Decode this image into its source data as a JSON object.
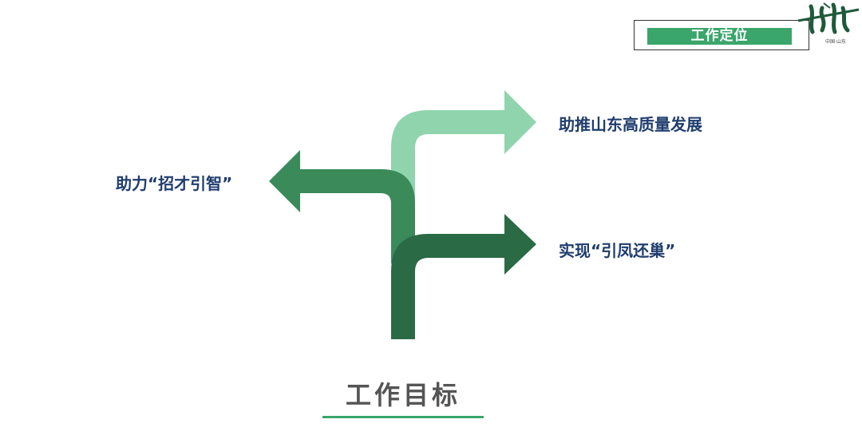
{
  "header": {
    "label": "工作定位"
  },
  "logo": {
    "name": "qingdao-logo",
    "small_text": "中国·山东"
  },
  "diagram": {
    "arrows": [
      {
        "label": "助力“招才引智”",
        "color": "#3a8a5a",
        "direction": "left"
      },
      {
        "label": "助推山东高质量发展",
        "color": "#8fd4ad",
        "direction": "right"
      },
      {
        "label": "实现“引凤还巢”",
        "color": "#2a6a45",
        "direction": "right"
      }
    ]
  },
  "title": "工作目标",
  "accent_color": "#3aa66b",
  "label_color": "#1f3d6e"
}
